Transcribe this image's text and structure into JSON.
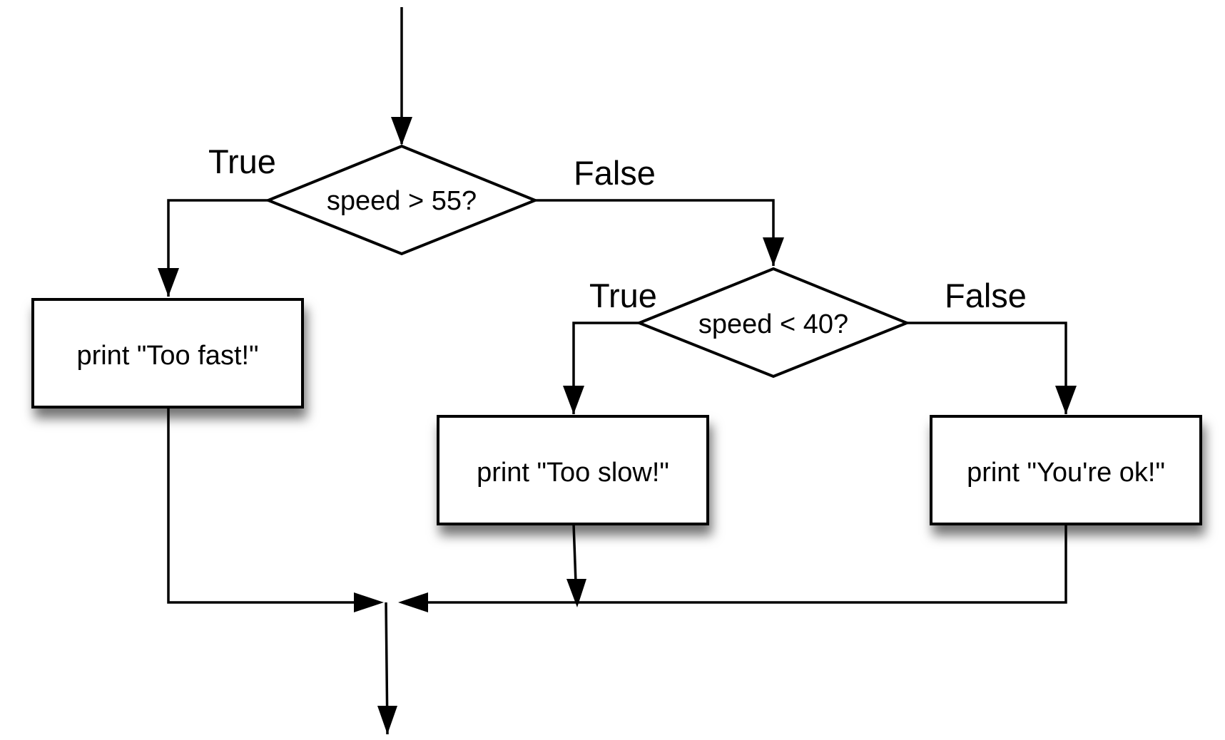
{
  "diagram": {
    "decision_speed_high": {
      "label": "speed > 55?"
    },
    "decision_speed_low": {
      "label": "speed < 40?"
    },
    "process_too_fast": {
      "label": "print \"Too fast!\""
    },
    "process_too_slow": {
      "label": "print \"Too slow!\""
    },
    "process_ok": {
      "label": "print \"You're ok!\""
    },
    "branches": {
      "high_true": "True",
      "high_false": "False",
      "low_true": "True",
      "low_false": "False"
    }
  },
  "colors": {
    "stroke": "#000000",
    "fill": "#ffffff"
  }
}
